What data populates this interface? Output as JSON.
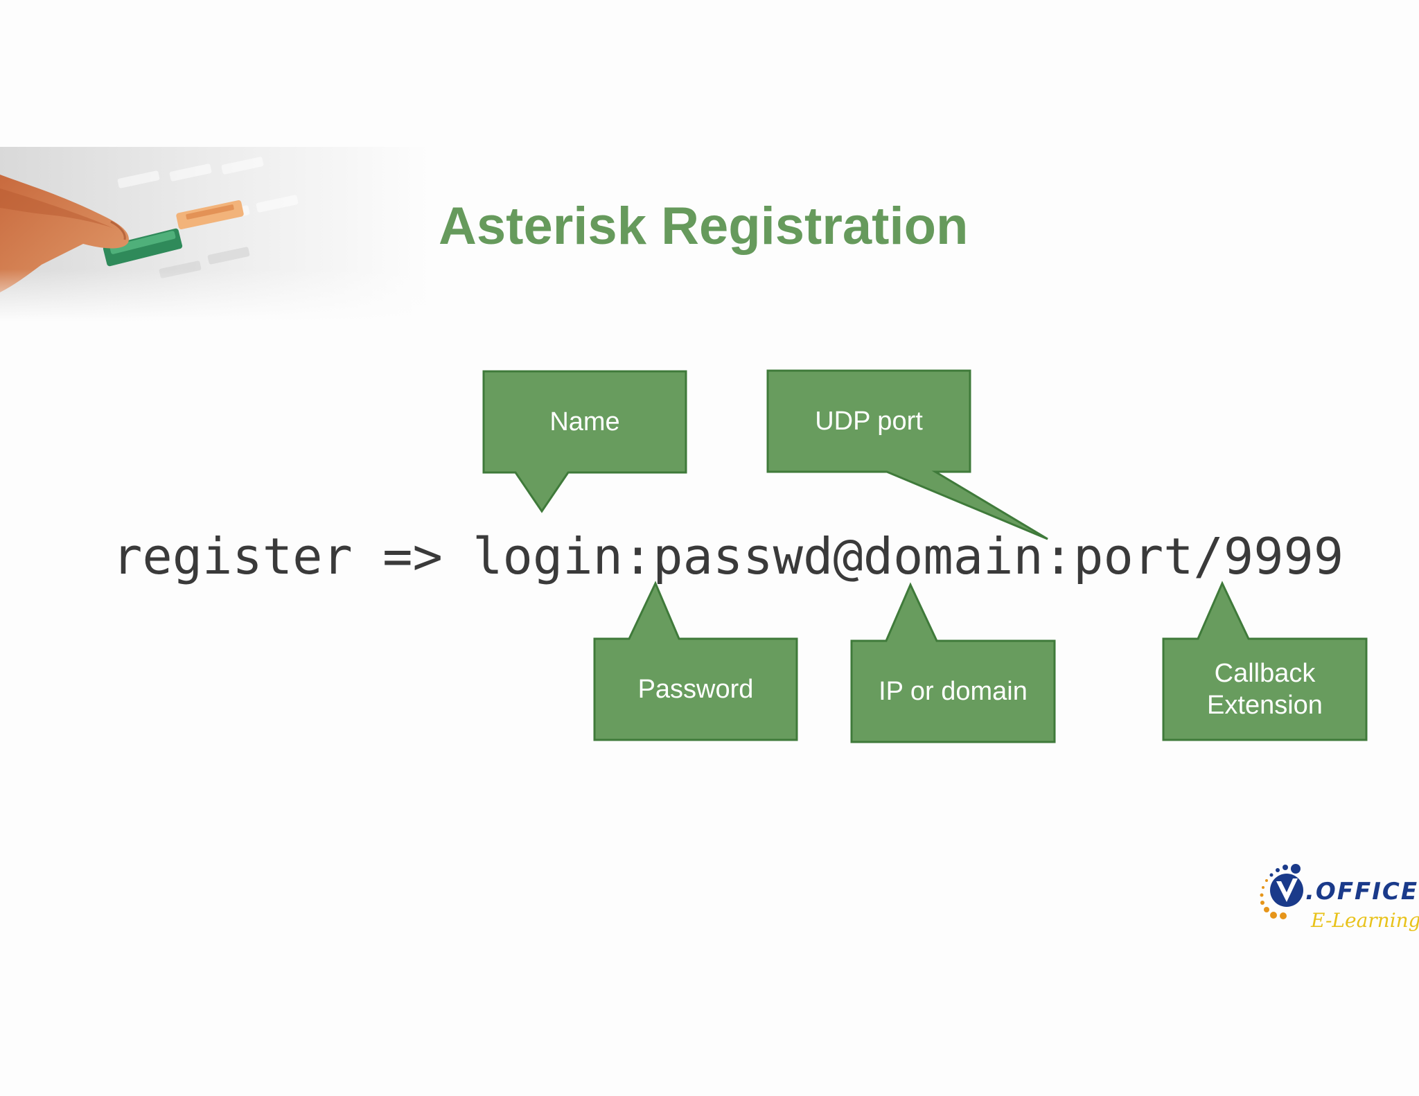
{
  "slide": {
    "title": "Asterisk Registration",
    "code": {
      "prefix": "register => ",
      "body": "login:passwd@domain:port/9999"
    },
    "callouts": {
      "name": "Name",
      "udp_port": "UDP port",
      "password": "Password",
      "ip_domain": "IP or domain",
      "callback_line1": "Callback",
      "callback_line2": "Extension"
    },
    "logo": {
      "brand": "OFFICE",
      "tagline": "E-Learning"
    },
    "colors": {
      "accent_green": "#669a5c",
      "callout_fill": "#689c5e",
      "callout_border": "#3f7a3a",
      "text_dark": "#3a3a3a",
      "logo_blue": "#1a3a8a",
      "logo_orange": "#e6951a",
      "logo_yellow": "#e8c21a"
    }
  }
}
